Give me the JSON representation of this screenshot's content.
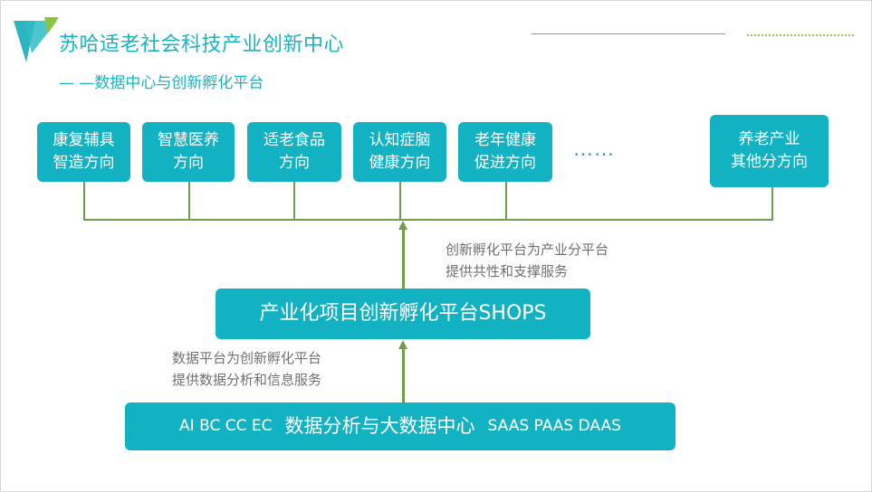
{
  "header": {
    "title": "苏哈适老社会科技产业创新中心",
    "subtitle": "— —数据中心与创新孵化平台"
  },
  "directions": [
    {
      "label": "康复辅具\n智造方向"
    },
    {
      "label": "智慧医养\n方向"
    },
    {
      "label": "适老食品\n方向"
    },
    {
      "label": "认知症脑\n健康方向"
    },
    {
      "label": "老年健康\n促进方向"
    },
    {
      "label": "养老产业\n其他分方向"
    }
  ],
  "ellipsis": "……",
  "upper_caption": "创新孵化平台为产业分平台\n提供共性和支撑服务",
  "platform": {
    "label": "产业化项目创新孵化平台SHOPS"
  },
  "lower_caption": "数据平台为创新孵化平台\n提供数据分析和信息服务",
  "data_center": {
    "left": "AI BC CC EC",
    "main": "数据分析与大数据中心",
    "right": "SAAS PAAS DAAS"
  },
  "colors": {
    "box": "#12b2c3",
    "title": "#17b4c1",
    "arrow": "#6f9e4d",
    "logo_teal": "#2bb5c0",
    "logo_green": "#8cc63f"
  }
}
